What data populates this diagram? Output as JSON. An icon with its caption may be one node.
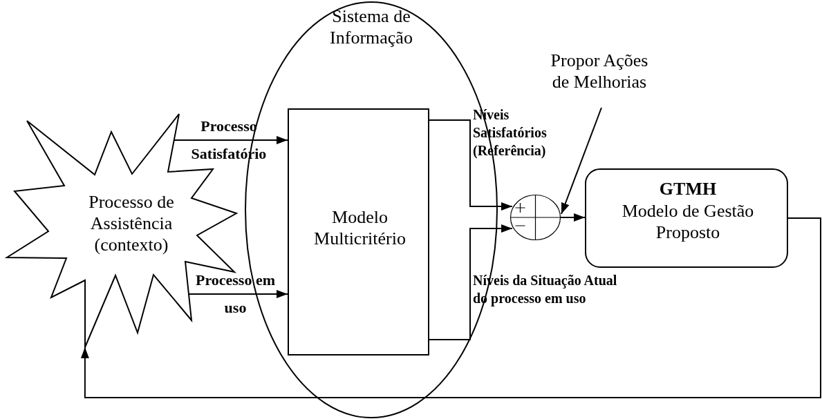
{
  "diagram": {
    "nodes": [
      {
        "text": [
          "Processo de Assistência (contexto)"
        ]
      },
      {
        "text": [
          "Sistema de Informação"
        ]
      },
      {
        "text": [
          "Modelo Multicritério"
        ],
        "in": 1
      },
      {
        "text": [],
        "shape": "circle"
      },
      {
        "text": [
          "Propor Ações de Melhorias"
        ]
      },
      {
        "text": [
          "GTMH",
          "Modelo de Gestão Proposto"
        ]
      }
    ],
    "edges": [
      {
        "from": 0,
        "to": 2,
        "arrow": "to",
        "label": "Processo Satisfatório"
      },
      {
        "from": 0,
        "to": 2,
        "arrow": "to",
        "label": "Processo em uso"
      },
      {
        "from": 2,
        "to": 3,
        "arrow": "to",
        "label": "Níveis Satisfatórios (Referência)"
      },
      {
        "from": 2,
        "to": 3,
        "arrow": "to",
        "label": "Níveis da Situação Atual do processo em uso"
      },
      {
        "from": 3,
        "to": 5,
        "arrow": "to"
      },
      {
        "from": 4,
        "to": 3,
        "arrow": "to"
      },
      {
        "from": 5,
        "to": 0,
        "arrow": "to"
      }
    ]
  }
}
